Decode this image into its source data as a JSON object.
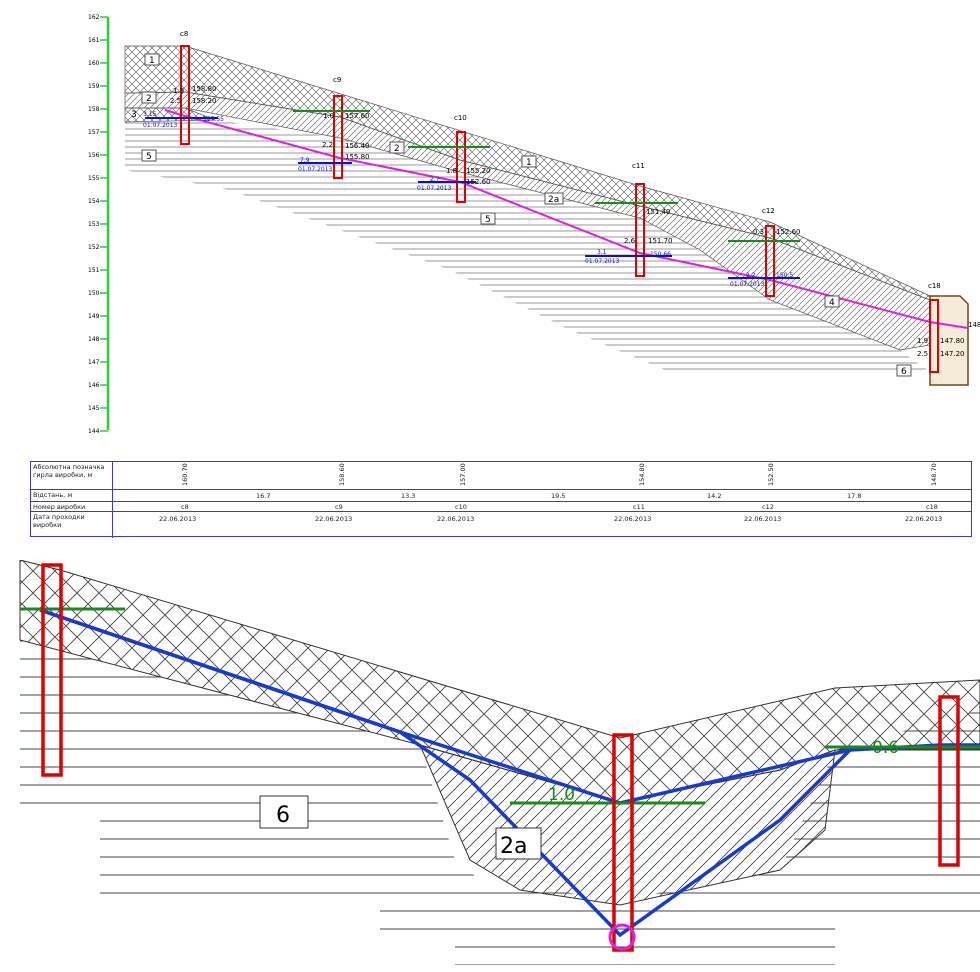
{
  "scale": {
    "ticks": [
      "162",
      "161",
      "160",
      "159",
      "158",
      "157",
      "156",
      "155",
      "154",
      "153",
      "152",
      "151",
      "150",
      "149",
      "148",
      "147",
      "146",
      "145",
      "144"
    ]
  },
  "wells": {
    "c8": {
      "name": "с8",
      "depths": [
        "1.9",
        "2.5"
      ],
      "elevs": [
        "158.80",
        "158.20"
      ],
      "water": "3.15",
      "water_date": "01.07.2013",
      "water_level": "157.55"
    },
    "c9": {
      "name": "с9",
      "depths": [
        "1.0",
        "2.2"
      ],
      "elevs": [
        "157.60",
        "156.40",
        "155.80"
      ],
      "water": "7.9",
      "water_date": "01.07.2013",
      "seep": "1.0"
    },
    "c10": {
      "name": "с10",
      "depths": [
        "1.8"
      ],
      "elevs": [
        "155.20",
        "152.60"
      ],
      "water": "2.7",
      "water_date": "01.07.2013"
    },
    "c11": {
      "name": "с11",
      "depths": [
        "2.6",
        "3.1"
      ],
      "elevs": [
        "151.40",
        "151.70",
        "150.66"
      ],
      "water_date": "01.07.2013"
    },
    "c12": {
      "name": "с12",
      "depths": [
        "0.3",
        "2.2"
      ],
      "elevs": [
        "152.60",
        "150.5"
      ],
      "water_date": "01.07.2013"
    },
    "c18": {
      "name": "с18",
      "depths": [
        "1.9",
        "2.5"
      ],
      "elevs": [
        "147.80",
        "147.20"
      ],
      "cut": "148"
    }
  },
  "layers": [
    "1",
    "2",
    "3",
    "5",
    "2",
    "1",
    "2а",
    "5",
    "4",
    "6"
  ],
  "table": {
    "row1_label": "Абсолютна позначка гирла виробки, м",
    "row2_label": "Відстань, м",
    "row3_label": "Номер виробки",
    "row4_label": "Дата проходки виробки",
    "elevations": [
      "160.70",
      "158.60",
      "157.00",
      "154.80",
      "152.50",
      "148.70"
    ],
    "distances": [
      "16.7",
      "13.3",
      "19.5",
      "14.2",
      "17.8"
    ],
    "numbers": [
      "с8",
      "с9",
      "с10",
      "с11",
      "с12",
      "с18"
    ],
    "dates": [
      "22.06.2013",
      "22.06.2013",
      "22.06.2013",
      "22.06.2013",
      "22.06.2013",
      "22.06.2013"
    ]
  },
  "detail": {
    "layer_left": "6",
    "layer_mid": "2a",
    "water_mid": "1.0",
    "water_right": "0.6"
  },
  "colors": {
    "scale": "#2ecc40",
    "well": "#e00000",
    "water_green": "#1a8a1a",
    "water_blue": "#1010c8",
    "profile": "#e020e0",
    "table_border": "#3a3ad0"
  }
}
